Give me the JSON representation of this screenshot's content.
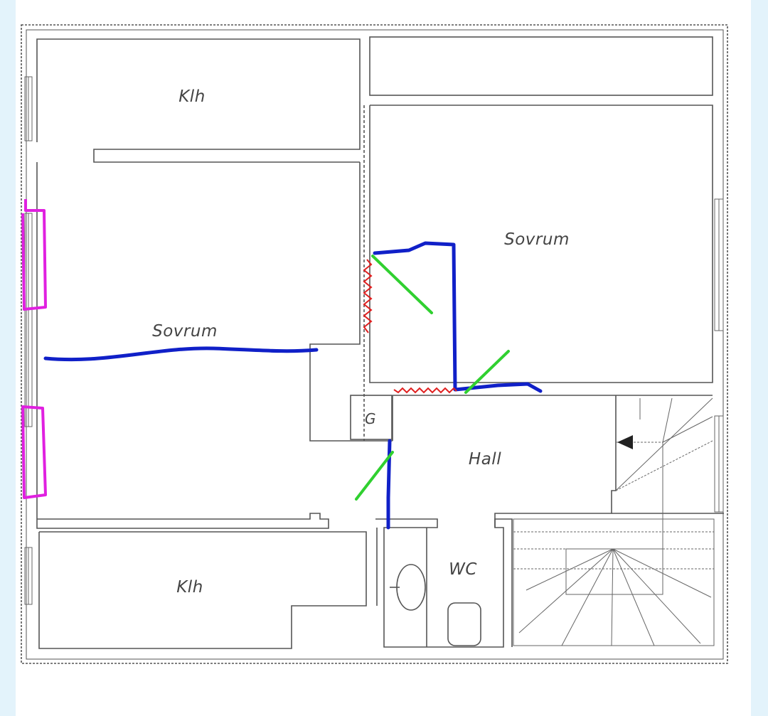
{
  "rooms": {
    "klh_top": "Klh",
    "sovrum_left": "Sovrum",
    "sovrum_right": "Sovrum",
    "g": "G",
    "hall": "Hall",
    "wc": "WC",
    "klh_bottom": "Klh"
  },
  "colors": {
    "page_background": "#e3f3fb",
    "wall": "#555555",
    "markup_blue": "#1020c8",
    "markup_green": "#30d030",
    "markup_red": "#e02020",
    "markup_magenta": "#e020e0"
  }
}
